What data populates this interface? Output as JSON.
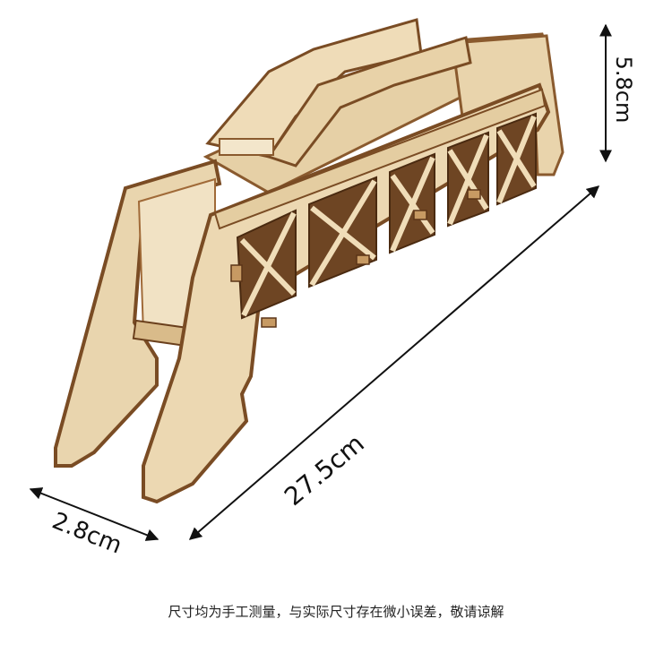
{
  "dimensions": {
    "height": "5.8cm",
    "length": "27.5cm",
    "width": "2.8cm"
  },
  "caption": "尺寸均为手工测量，与实际尺寸存在微小误差，敬请谅解",
  "colors": {
    "wood_face": "#ead7b3",
    "wood_light": "#f1e2c4",
    "wood_edge": "#8a5a2e",
    "wood_burn": "#5b3518",
    "arrow": "#111111"
  }
}
